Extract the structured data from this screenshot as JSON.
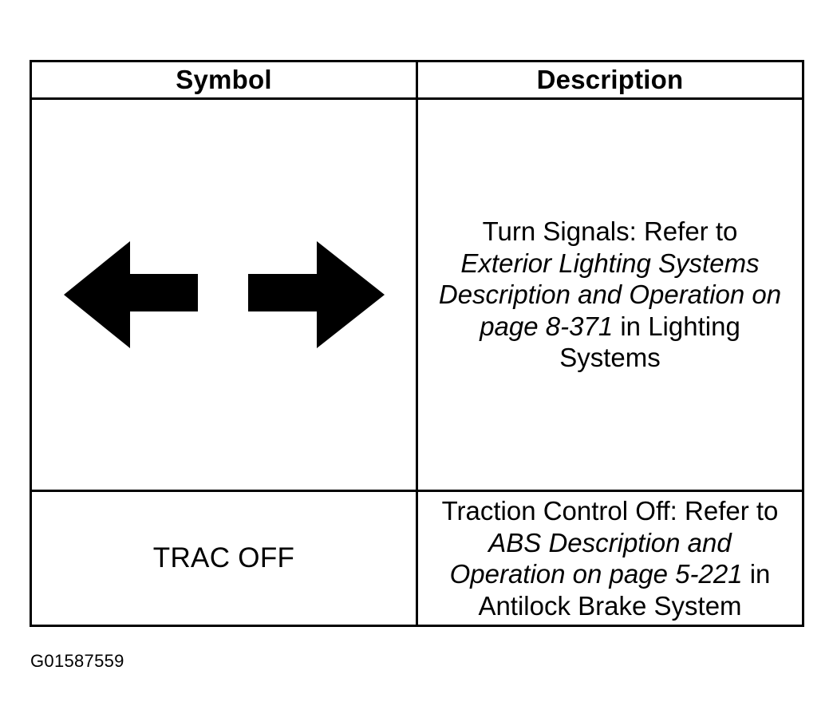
{
  "table": {
    "headers": {
      "symbol": "Symbol",
      "description": "Description"
    },
    "rows": [
      {
        "symbol_icon": "turn-signal-arrows-icon",
        "description": {
          "prefix": "Turn Signals: Refer to",
          "reference": "Exterior Lighting Systems Description and Operation on page 8-371",
          "suffix": "in Lighting Systems"
        }
      },
      {
        "symbol_text": "TRAC OFF",
        "description": {
          "prefix": "Traction Control Off: Refer to",
          "reference": "ABS Description and Operation on page 5-221",
          "suffix": "in Antilock Brake System"
        }
      }
    ]
  },
  "figure_id": "G01587559",
  "colors": {
    "ink": "#000000",
    "paper": "#ffffff"
  }
}
